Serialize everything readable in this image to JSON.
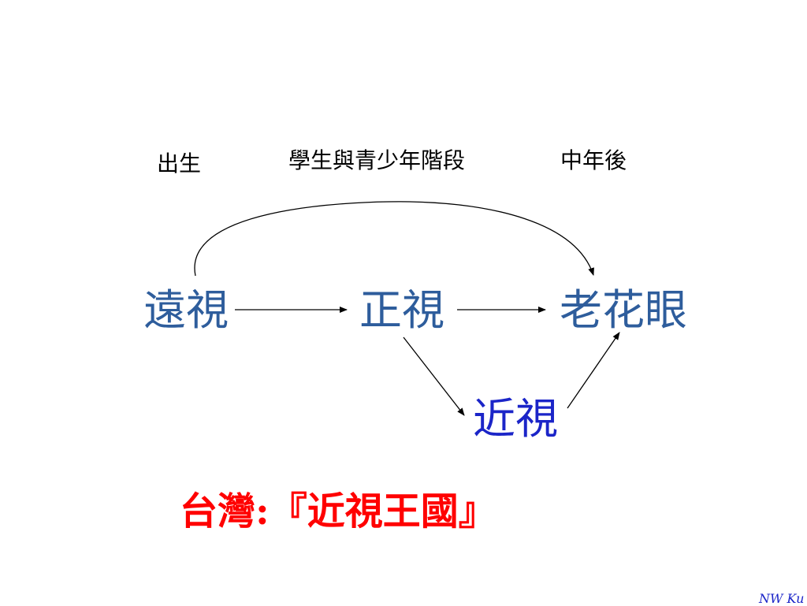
{
  "stages": {
    "birth": "出生",
    "youth": "學生與青少年階段",
    "midlife": "中年後"
  },
  "nodes": {
    "hyperopia": "遠視",
    "emmetropia": "正視",
    "presbyopia": "老花眼",
    "myopia": "近視"
  },
  "headline": "台灣:『近視王國』",
  "footer": "NW Ku",
  "colors": {
    "node_main": "#2e5d9c",
    "node_myopia": "#1b25c8",
    "headline": "#ff0000",
    "arrow": "#000000"
  }
}
